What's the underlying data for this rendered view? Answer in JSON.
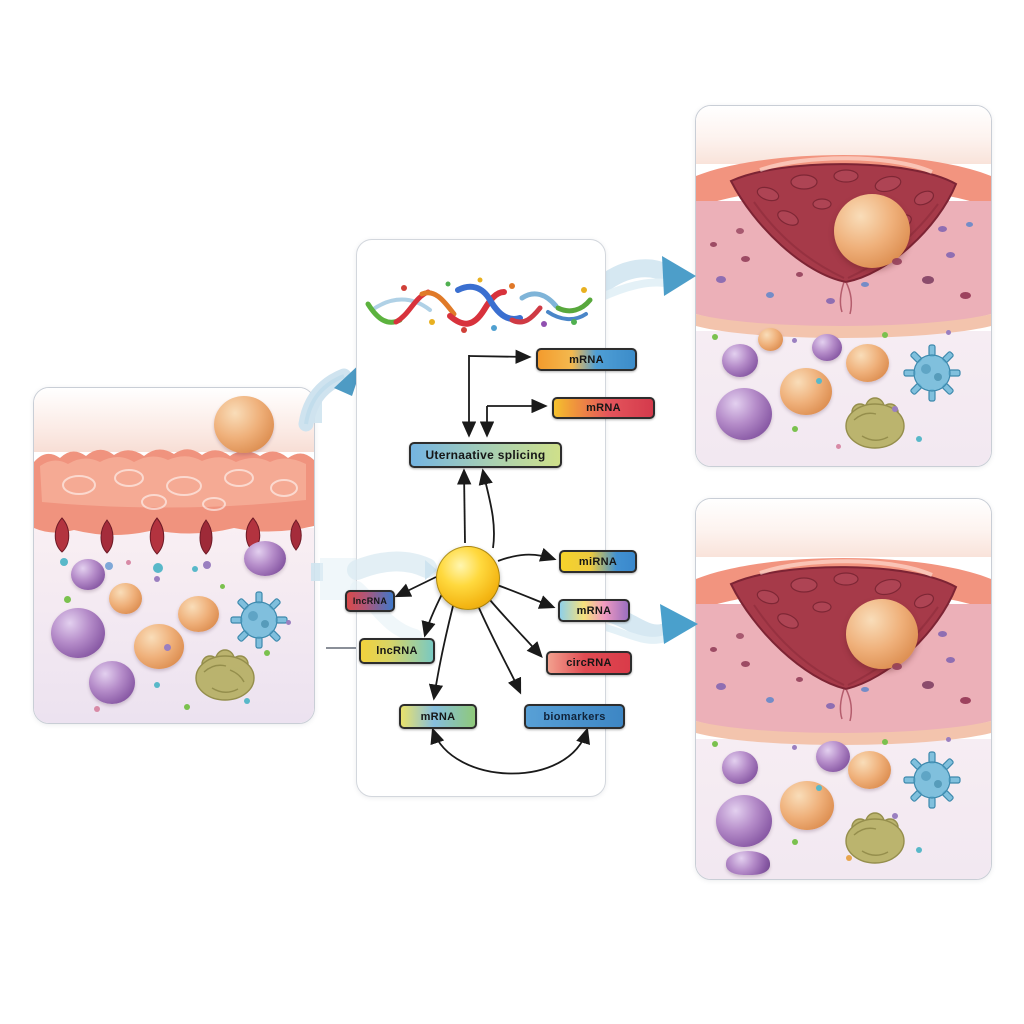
{
  "figure": {
    "kind": "biomedical pathway diagram",
    "illustrations": {
      "left_panel": "normal-tissue-cross-section",
      "center_panel": "alternative-splicing-flowchart",
      "right_top_panel": "tumor-tissue-cross-section",
      "right_bottom_panel": "tumor-tissue-cross-section",
      "helix": "rna-double-helix",
      "gene_sphere": "gene-nucleus-sphere"
    }
  },
  "flowchart": {
    "splicing": {
      "label": "Uternaative splicing",
      "gradient": [
        "#74b4e2",
        "#cfe08a"
      ]
    },
    "top_outputs": [
      {
        "label": "mRNA",
        "gradient": [
          "#f39b2d",
          "#3c8cc9"
        ]
      },
      {
        "label": "mRNA",
        "gradient": [
          "#f5c22e",
          "#d43a4c"
        ]
      }
    ],
    "gene_outputs": [
      {
        "label": "miRNA",
        "gradient": [
          "#f6d32a",
          "#3a88cc"
        ]
      },
      {
        "label": "mRNA",
        "gradient": [
          "#8fd0e8",
          "#f6e17c",
          "#f09ac0",
          "#9b6fc0"
        ]
      },
      {
        "label": "circRNA",
        "gradient": [
          "#f2a08e",
          "#d93b49"
        ]
      },
      {
        "label": "lncRNA",
        "gradient": [
          "#d94a4a",
          "#3f78c9"
        ]
      },
      {
        "label": "lncRNA",
        "gradient": [
          "#f2d23c",
          "#79c9c2"
        ]
      },
      {
        "label": "mRNA",
        "gradient": [
          "#e9e26b",
          "#8fc97a"
        ]
      },
      {
        "label": "biomarkers",
        "gradient": [
          "#58a0d6",
          "#3d86c4"
        ]
      }
    ]
  },
  "palette": {
    "background": "#ffffff",
    "panel_border": "#c9ced6",
    "arrow_blue_body": "#d6e8f2",
    "arrow_blue_head": "#4d9ec9",
    "flow_arrow": "#1a1a1a",
    "epithelium": "#f0937e",
    "tumor_mass": "#a63a49",
    "gene_sphere": "#f4b614",
    "cell_purple": "#8a5ba6",
    "cell_orange": "#e8a268",
    "cell_blue": "#66b6d8",
    "cell_olive": "#b7b065"
  }
}
